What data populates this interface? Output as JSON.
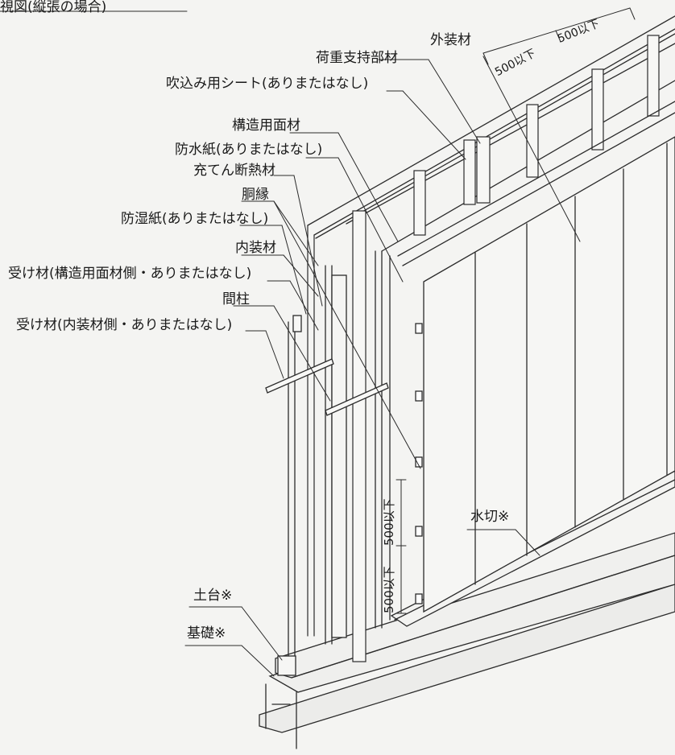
{
  "caption": "視図(縦張の場合)",
  "labels": {
    "gaisouzai": "外装材",
    "kaju": "荷重支持部材",
    "fukikomi": "吹込み用シート(ありまたはなし)",
    "kouzou_menzai": "構造用面材",
    "bousuishi": "防水紙(ありまたはなし)",
    "jutenn": "充てん断熱材",
    "doubuchi": "胴縁",
    "boushitsu": "防湿紙(ありまたはなし)",
    "naisou": "内装材",
    "uke_kouzou": "受け材(構造用面材側・ありまたはなし)",
    "mabashira": "間柱",
    "uke_naisou": "受け材(内装材側・ありまたはなし)",
    "mizukiri": "水切※",
    "dodai": "土台※",
    "kiso": "基礎※"
  },
  "dimensions": {
    "top_a": "500以下",
    "top_b": "500以下",
    "vert_a": "500以下",
    "vert_b": "500以下"
  }
}
